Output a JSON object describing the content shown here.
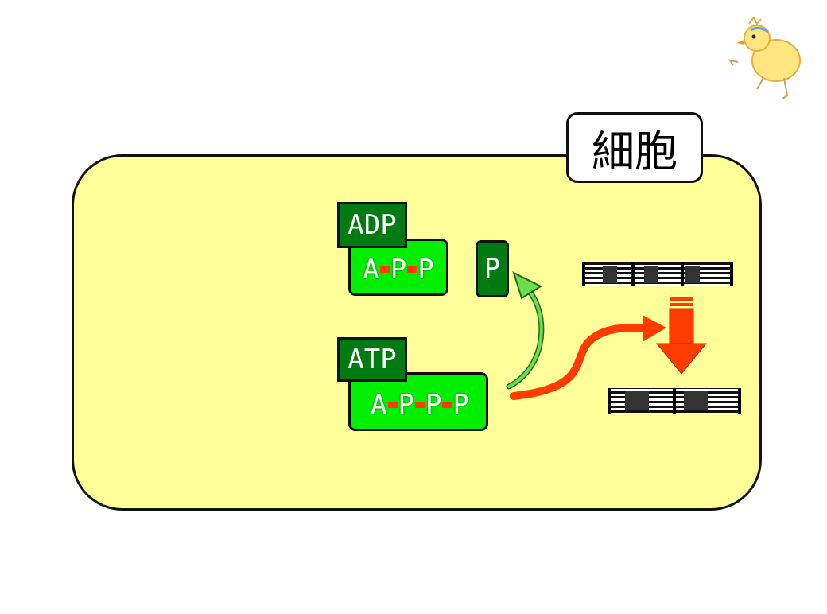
{
  "cell": {
    "label": "細胞"
  },
  "adp": {
    "tag": "ADP",
    "letters": [
      "A",
      "P",
      "P"
    ]
  },
  "atp": {
    "tag": "ATP",
    "letters": [
      "A",
      "P",
      "P",
      "P"
    ]
  },
  "phosphate": {
    "label": "P"
  },
  "colors": {
    "cytoplasm": "#ffff99",
    "molecule": "#00ee00",
    "tag": "#007a12",
    "bond": "#ff3b00",
    "energy_arrow": "#ff3b00",
    "release_arrow": "#3cb043"
  },
  "icons": [
    "chick-doodle-icon",
    "muscle-fiber-relaxed-icon",
    "muscle-fiber-contracted-icon",
    "contraction-arrow-icon"
  ]
}
